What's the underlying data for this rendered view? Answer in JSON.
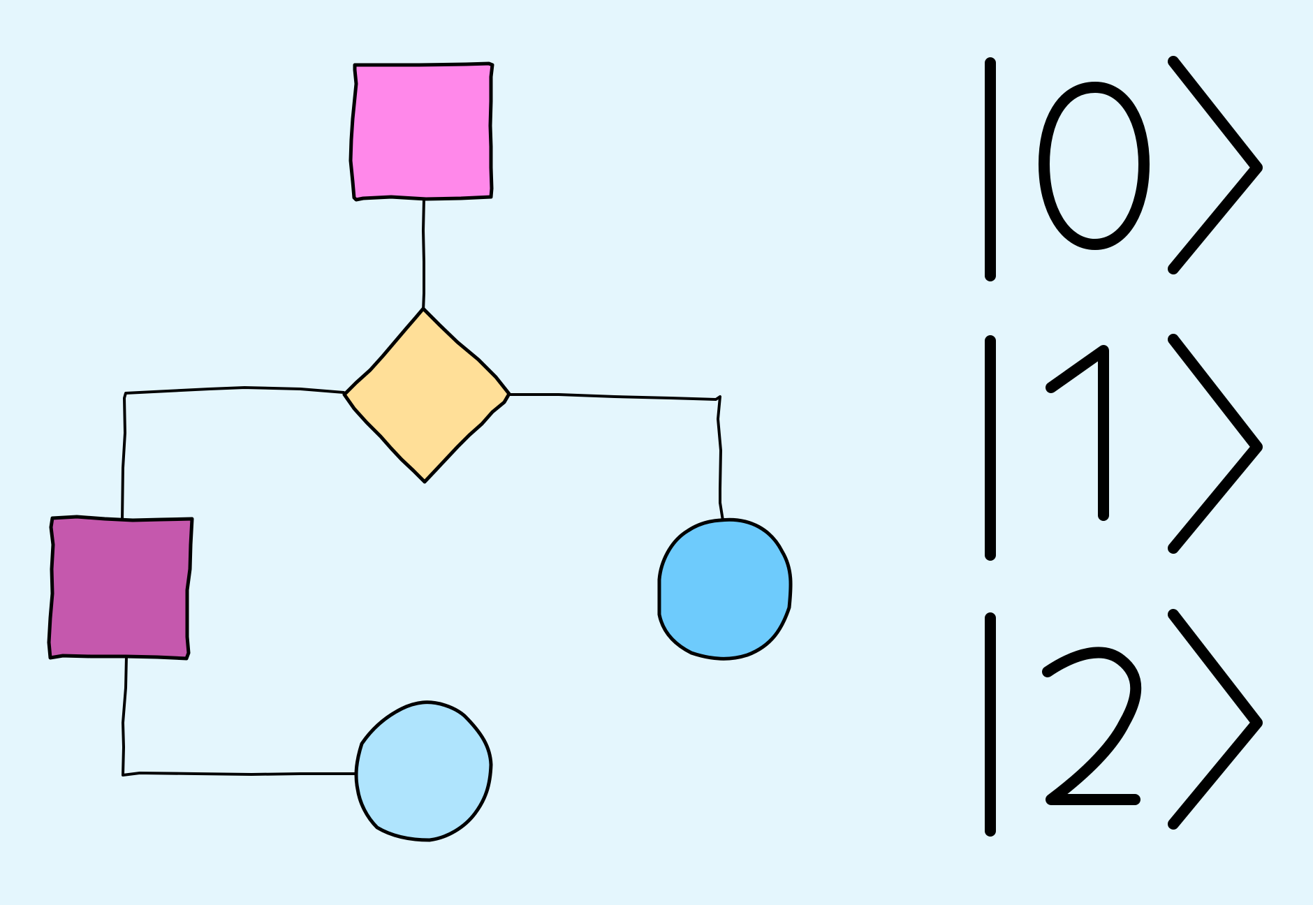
{
  "colors": {
    "background": "#e4f6fd",
    "magenta": "#ff88ea",
    "purple": "#c558ad",
    "yellow": "#ffdf98",
    "blue_dark": "#6ecbfc",
    "blue_light": "#afe4fd"
  },
  "nodes": [
    {
      "name": "square-node-top",
      "shape": "square",
      "color": "magenta"
    },
    {
      "name": "diamond-node-center",
      "shape": "diamond",
      "color": "yellow"
    },
    {
      "name": "square-node-left",
      "shape": "square",
      "color": "purple"
    },
    {
      "name": "circle-node-right",
      "shape": "circle",
      "color": "blue_dark"
    },
    {
      "name": "circle-node-bottom",
      "shape": "circle",
      "color": "blue_light"
    }
  ],
  "edges": [
    {
      "from": "square-node-top",
      "to": "diamond-node-center"
    },
    {
      "from": "diamond-node-center",
      "to": "square-node-left"
    },
    {
      "from": "diamond-node-center",
      "to": "circle-node-right"
    },
    {
      "from": "square-node-left",
      "to": "circle-node-bottom"
    }
  ],
  "kets": [
    {
      "label": "|0⟩",
      "digit": "0",
      "color": "blue_light"
    },
    {
      "label": "|1⟩",
      "digit": "1",
      "color": "yellow"
    },
    {
      "label": "|2⟩",
      "digit": "2",
      "color": "magenta"
    }
  ]
}
